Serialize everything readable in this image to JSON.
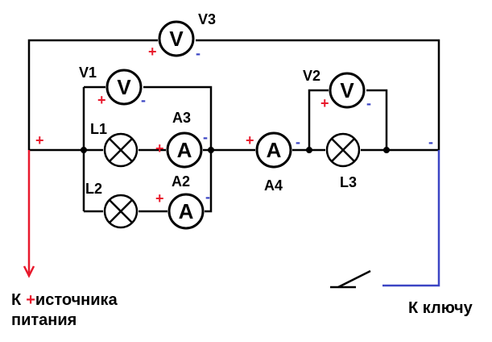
{
  "components": {
    "V1": {
      "label": "V1",
      "symbol": "V"
    },
    "V2": {
      "label": "V2",
      "symbol": "V"
    },
    "V3": {
      "label": "V3",
      "symbol": "V"
    },
    "A2": {
      "label": "A2",
      "symbol": "A"
    },
    "A3": {
      "label": "A3",
      "symbol": "A"
    },
    "A4": {
      "label": "A4",
      "symbol": "A"
    },
    "L1": {
      "label": "L1"
    },
    "L2": {
      "label": "L2"
    },
    "L3": {
      "label": "L3"
    }
  },
  "polarity": {
    "plus": "+",
    "minus": "-"
  },
  "captions": {
    "source_line1": "К",
    "source_plus": "+",
    "source_line1_rest": "источника",
    "source_line2": "питания",
    "key": "К ключу"
  },
  "colors": {
    "positive_wire": "#e8192c",
    "negative_wire": "#3b45c4",
    "wire": "#000000"
  }
}
